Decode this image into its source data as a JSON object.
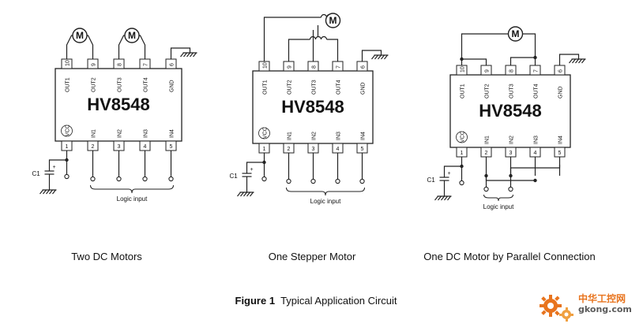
{
  "chip_name": "HV8548",
  "top_pins": [
    {
      "num": "10",
      "label": "OUT1"
    },
    {
      "num": "9",
      "label": "OUT2"
    },
    {
      "num": "8",
      "label": "OUT3"
    },
    {
      "num": "7",
      "label": "OUT4"
    },
    {
      "num": "6",
      "label": "GND"
    }
  ],
  "bottom_pins": [
    {
      "num": "1",
      "label": "VCC"
    },
    {
      "num": "2",
      "label": "IN1"
    },
    {
      "num": "3",
      "label": "IN2"
    },
    {
      "num": "4",
      "label": "IN3"
    },
    {
      "num": "5",
      "label": "IN4"
    }
  ],
  "motor_symbol": "M",
  "capacitor_label": "C1",
  "capacitor_polarity": "+",
  "logic_input_label": "Logic input",
  "circuits": [
    {
      "caption": "Two DC Motors"
    },
    {
      "caption": "One Stepper Motor"
    },
    {
      "caption": "One DC Motor by Parallel Connection"
    }
  ],
  "figure": {
    "number": "Figure 1",
    "title": "Typical Application Circuit"
  },
  "watermark": {
    "text_cn": "中华工控网",
    "url": "gkong.com"
  },
  "colors": {
    "line": "#222222",
    "watermark_orange": "#e8741e"
  }
}
